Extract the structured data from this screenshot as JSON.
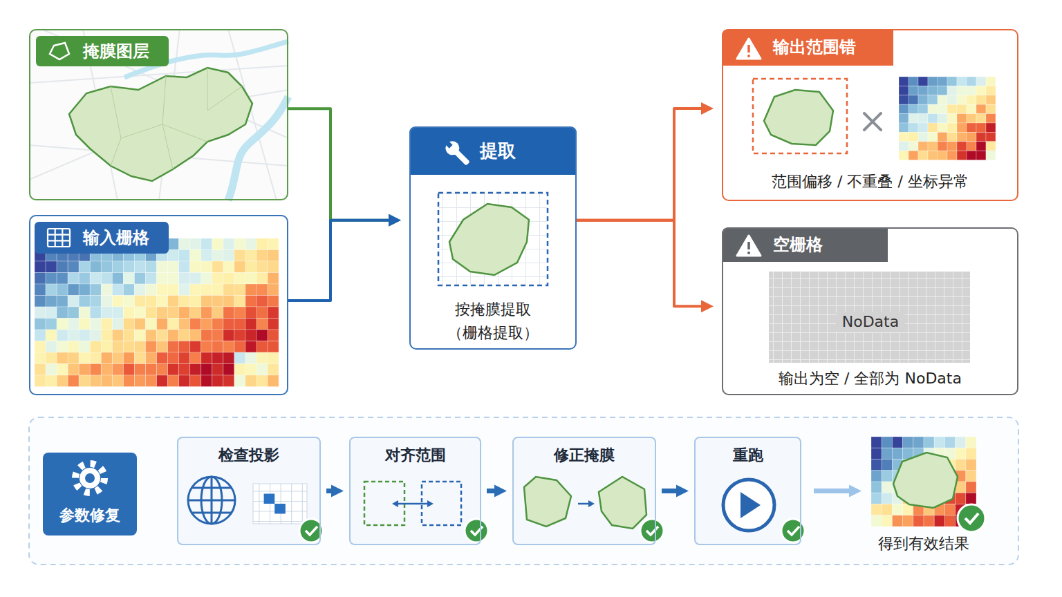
{
  "diagram": {
    "nodes": [
      {
        "text": [
          "掩膜图层"
        ]
      },
      {
        "text": [
          "输入栅格"
        ]
      },
      {
        "text": [
          "提取",
          "按掩膜提取 （栅格提取）"
        ]
      },
      {
        "text": [
          "输出范围错",
          "范围偏移 / 不重叠 / 坐标异常"
        ]
      },
      {
        "text": [
          "空栅格",
          "NoData",
          "输出为空 / 全部为 NoData"
        ]
      },
      {
        "text": [
          "参数修复"
        ]
      },
      {
        "text": [
          "检查投影"
        ]
      },
      {
        "text": [
          "对齐范围"
        ]
      },
      {
        "text": [
          "修正掩膜"
        ]
      },
      {
        "text": [
          "重跑"
        ]
      },
      {
        "text": [
          "得到有效结果"
        ]
      }
    ],
    "edges": [
      {
        "from": 0,
        "to": 2,
        "arrow": "to"
      },
      {
        "from": 1,
        "to": 2,
        "arrow": "to"
      },
      {
        "from": 2,
        "to": 3,
        "arrow": "to"
      },
      {
        "from": 2,
        "to": 4,
        "arrow": "to"
      },
      {
        "from": 6,
        "to": 7,
        "arrow": "to"
      },
      {
        "from": 7,
        "to": 8,
        "arrow": "to"
      },
      {
        "from": 8,
        "to": 9,
        "arrow": "to"
      },
      {
        "from": 9,
        "to": 10,
        "arrow": "to"
      }
    ]
  }
}
